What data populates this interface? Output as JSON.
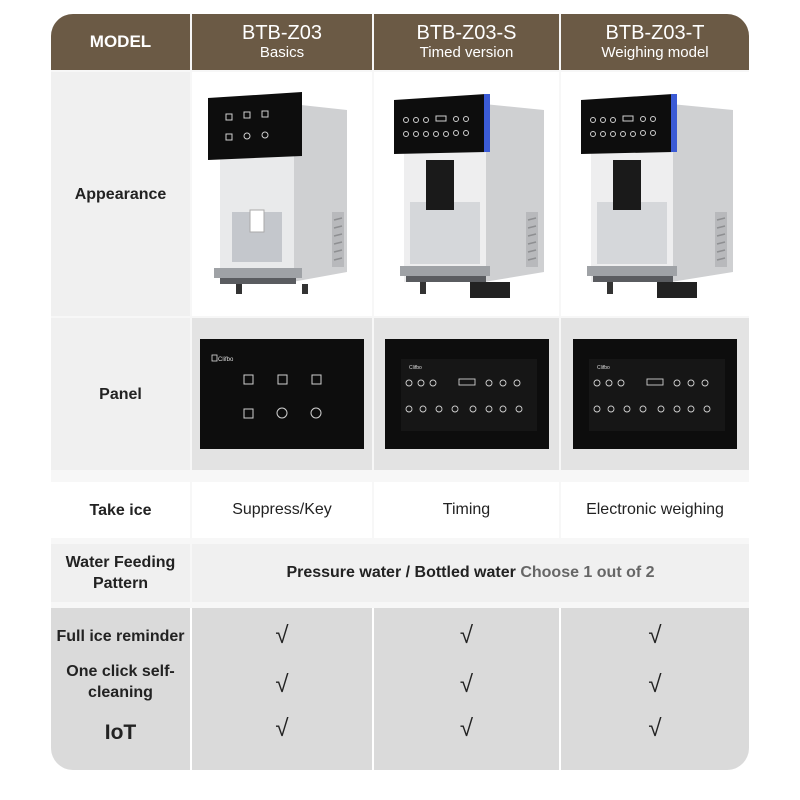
{
  "header": {
    "model_label": "MODEL",
    "columns": [
      {
        "name": "BTB-Z03",
        "sub": "Basics"
      },
      {
        "name": "BTB-Z03-S",
        "sub": "Timed version"
      },
      {
        "name": "BTB-Z03-T",
        "sub": "Weighing model"
      }
    ]
  },
  "rows": {
    "appearance": "Appearance",
    "panel": "Panel",
    "take_ice": {
      "label": "Take ice",
      "values": [
        "Suppress/Key",
        "Timing",
        "Electronic weighing"
      ]
    },
    "water_feeding": {
      "label": "Water Feeding Pattern",
      "value_main": "Pressure water / Bottled water",
      "value_choose": "Choose 1 out of 2"
    },
    "features": [
      {
        "label": "Full ice reminder",
        "marks": [
          "√",
          "√",
          "√"
        ]
      },
      {
        "label": "One click self-cleaning",
        "marks": [
          "√",
          "√",
          "√"
        ]
      },
      {
        "label": "IoT",
        "marks": [
          "√",
          "√",
          "√"
        ]
      }
    ]
  },
  "panel_brand": "Clifbo",
  "colors": {
    "header_bg": "#6b5a45",
    "card_bg": "#f7f7f7",
    "screen_bg": "#0d0d0d"
  }
}
